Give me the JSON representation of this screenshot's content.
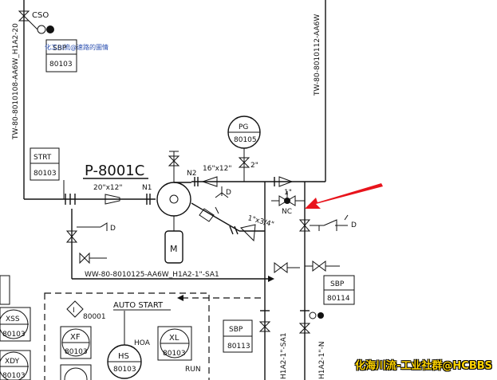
{
  "diagram": {
    "pump_tag": "P-8001C",
    "pump_symbol": "M",
    "top_left_valve": "CSO",
    "top_sbp": "SBP",
    "top_sbp_no": "80103",
    "top_left_line": "TW-80-8010108-AA6W_H1A2-20",
    "top_right_line": "TW-80-8010112-AA6W",
    "strt": "STRT",
    "strt_no": "80103",
    "suction_reducer": "20\"x12\"",
    "n1": "N1",
    "n2": "N2",
    "discharge_reducer": "16\"x12\"",
    "pg": "PG",
    "pg_no": "80105",
    "pg_size": "2\"",
    "small_valve_size": "1\"",
    "nc": "NC",
    "drain_reducer": "1\"x3/4\"",
    "drain_d1": "D",
    "drain_d2": "D",
    "drain_d3": "D",
    "bottom_line": "WW-80-8010125-AA6W_H1A2-1\"-SA1",
    "auto_start": "AUTO START",
    "interlock": "80001",
    "interlock_symbol": "I",
    "xss": "XSS",
    "xss_no": "80103",
    "xf": "XF",
    "xf_no": "80103",
    "hs": "HS",
    "hs_no": "80103",
    "hoa": "HOA",
    "xl": "XL",
    "xl_no": "80103",
    "run": "RUN",
    "xdy": "XDY",
    "xdy_no": "80103",
    "sbp_right": "SBP",
    "sbp_right_no": "80114",
    "sbp_mid": "SBP",
    "sbp_mid_no": "80113",
    "vert_line_1": "H1A2-1\"-SA1",
    "vert_line_2": "H1A2-1\"-N",
    "top_note": "化工川流@速路的圖情",
    "watermark": "化海川流-工业社群@HCBBS"
  },
  "colors": {
    "arrow": "#e8141c",
    "line": "#111111",
    "watermark": "#ffd400"
  }
}
